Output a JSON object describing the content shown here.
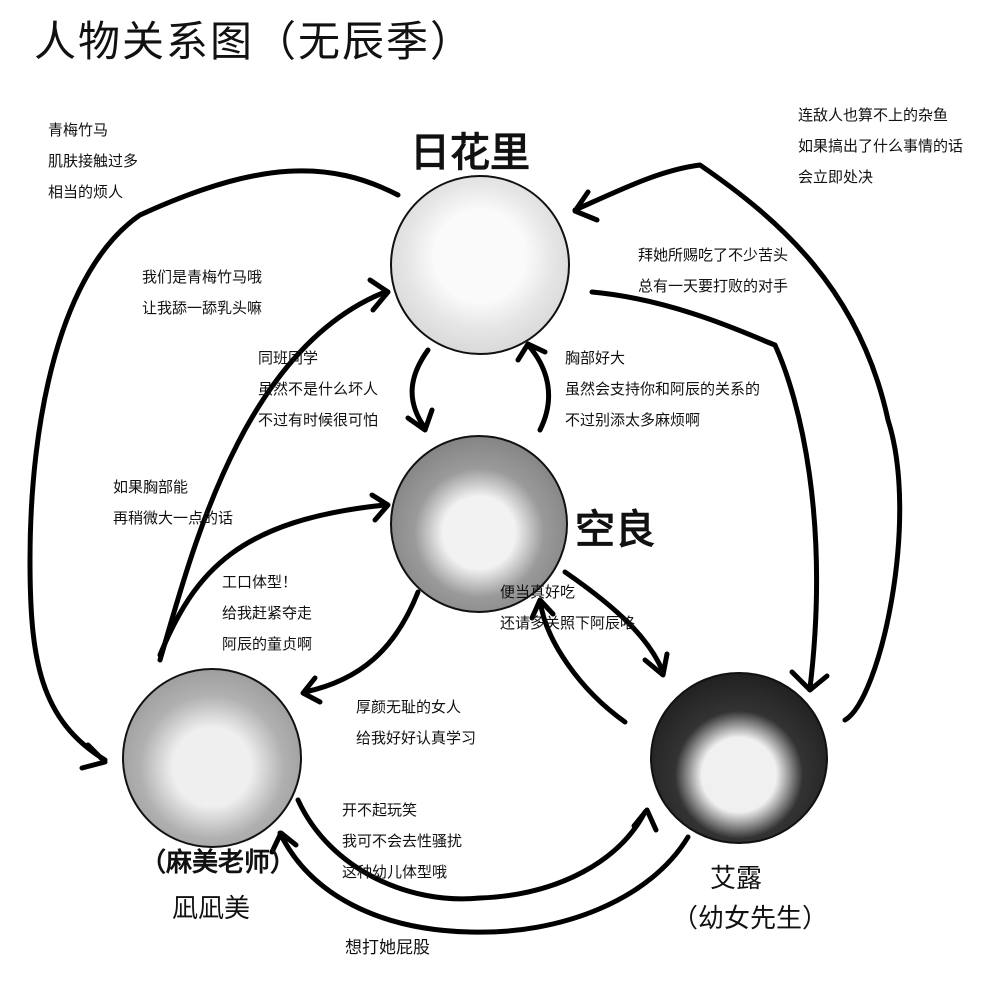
{
  "title": "人物关系图（无辰季）",
  "characters": {
    "hikari": {
      "name": "日花里"
    },
    "sora": {
      "name": "空良"
    },
    "asami": {
      "alias": "（麻美老师）",
      "name": "凪凪美"
    },
    "airu": {
      "name": "艾露",
      "alias": "（幼女先生）"
    }
  },
  "notes": {
    "hikari_to_asami": [
      "青梅竹马",
      "肌肤接触过多",
      "相当的烦人"
    ],
    "asami_to_hikari": [
      "我们是青梅竹马哦",
      "让我舔一舔乳头嘛"
    ],
    "hikari_to_sora": [
      "同班同学",
      "虽然不是什么坏人",
      "不过有时候很可怕"
    ],
    "sora_to_hikari": [
      "胸部好大",
      "虽然会支持你和阿辰的关系的",
      "不过别添太多麻烦啊"
    ],
    "airu_to_hikari": [
      "连敌人也算不上的杂鱼",
      "如果搞出了什么事情的话",
      "会立即处决"
    ],
    "hikari_to_airu": [
      "拜她所赐吃了不少苦头",
      "总有一天要打败的对手"
    ],
    "asami_to_sora": [
      "如果胸部能",
      "再稍微大一点的话"
    ],
    "sora_to_asami": [
      "工口体型！",
      "给我赶紧夺走",
      "阿辰的童贞啊"
    ],
    "sora_to_airu": [
      "便当真好吃",
      "还请多关照下阿辰咯"
    ],
    "airu_to_sora": [
      "厚颜无耻的女人",
      "给我好好认真学习"
    ],
    "asami_to_airu": [
      "开不起玩笑",
      "我可不会去性骚扰",
      "这种幼儿体型哦"
    ],
    "airu_to_asami": [
      "想打她屁股"
    ]
  }
}
